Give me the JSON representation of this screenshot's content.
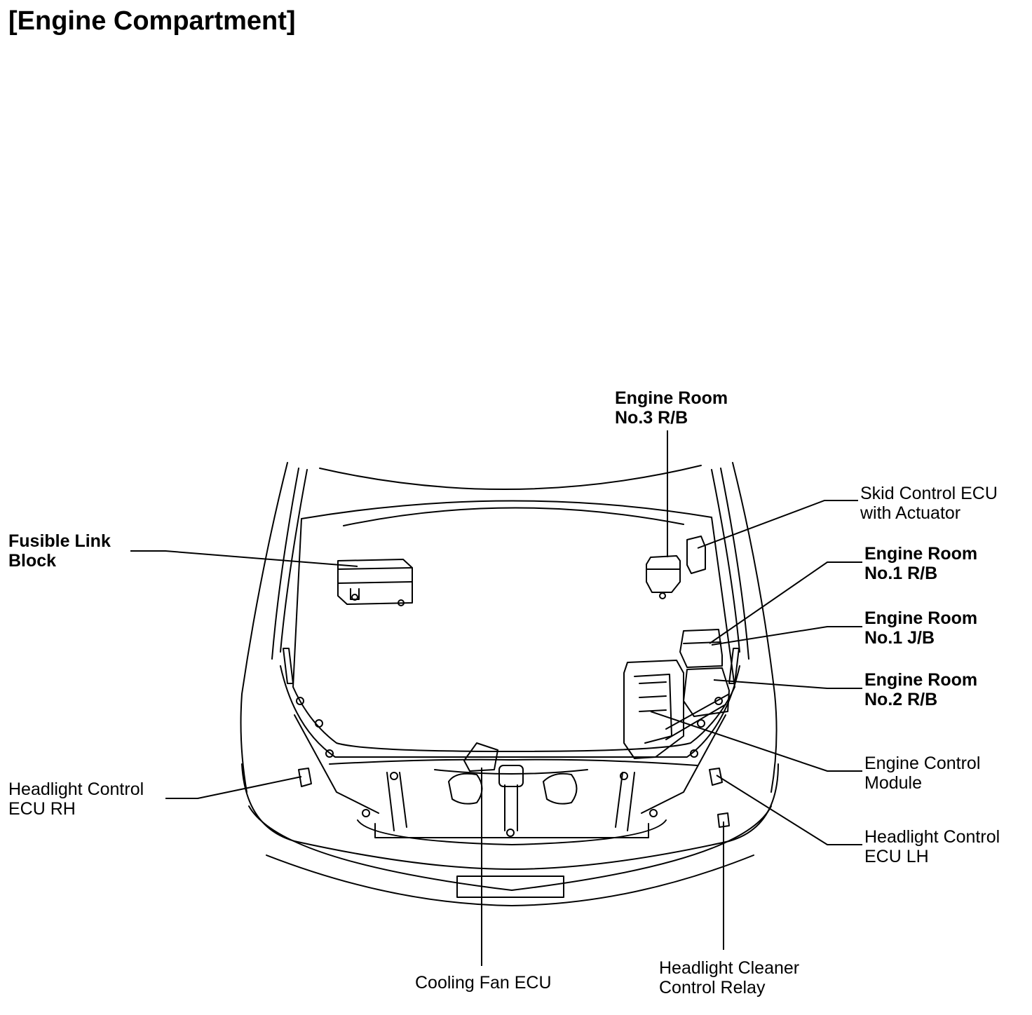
{
  "title": "[Engine Compartment]",
  "labels": {
    "er3_rb": [
      "Engine Room",
      "No.3 R/B"
    ],
    "skid_ecu": [
      "Skid Control ECU",
      "with Actuator"
    ],
    "fusible": [
      "Fusible Link",
      "Block"
    ],
    "er1_rb": [
      "Engine Room",
      "No.1 R/B"
    ],
    "er1_jb": [
      "Engine Room",
      "No.1 J/B"
    ],
    "er2_rb": [
      "Engine Room",
      "No.2 R/B"
    ],
    "ecm": [
      "Engine Control",
      "Module"
    ],
    "hl_rh": [
      "Headlight Control",
      "ECU RH"
    ],
    "hl_lh": [
      "Headlight Control",
      "ECU LH"
    ],
    "cleaner": [
      "Headlight Cleaner",
      "Control Relay"
    ],
    "fan": [
      "Cooling Fan ECU"
    ]
  }
}
